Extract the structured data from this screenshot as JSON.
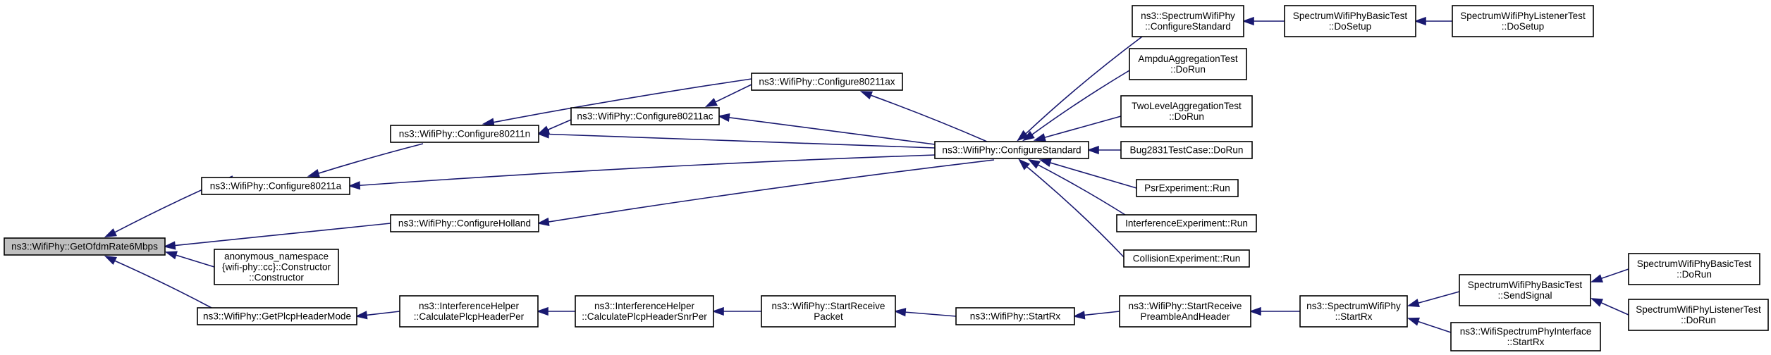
{
  "colors": {
    "edge": "#191970",
    "root_fill": "#bfbfbf",
    "node_fill": "#ffffff",
    "border": "#000000"
  },
  "nodes": {
    "getofdm": {
      "lines": [
        "ns3::WifiPhy::GetOfdmRate6Mbps"
      ]
    },
    "c80211a": {
      "lines": [
        "ns3::WifiPhy::Configure80211a"
      ]
    },
    "c80211n": {
      "lines": [
        "ns3::WifiPhy::Configure80211n"
      ]
    },
    "c80211ac": {
      "lines": [
        "ns3::WifiPhy::Configure80211ac"
      ]
    },
    "c80211ax": {
      "lines": [
        "ns3::WifiPhy::Configure80211ax"
      ]
    },
    "cholland": {
      "lines": [
        "ns3::WifiPhy::ConfigureHolland"
      ]
    },
    "anonctor": {
      "lines": [
        "anonymous_namespace",
        "{wifi-phy::cc}::Constructor",
        "::Constructor"
      ]
    },
    "getplcp": {
      "lines": [
        "ns3::WifiPhy::GetPlcpHeaderMode"
      ]
    },
    "calcper": {
      "lines": [
        "ns3::InterferenceHelper",
        "::CalculatePlcpHeaderPer"
      ]
    },
    "calcsnr": {
      "lines": [
        "ns3::InterferenceHelper",
        "::CalculatePlcpHeaderSnrPer"
      ]
    },
    "startrecvpkt": {
      "lines": [
        "ns3::WifiPhy::StartReceive",
        "Packet"
      ]
    },
    "startrx": {
      "lines": [
        "ns3::WifiPhy::StartRx"
      ]
    },
    "startrecvpre": {
      "lines": [
        "ns3::WifiPhy::StartReceive",
        "PreambleAndHeader"
      ]
    },
    "cstd": {
      "lines": [
        "ns3::WifiPhy::ConfigureStandard"
      ]
    },
    "swcstd": {
      "lines": [
        "ns3::SpectrumWifiPhy",
        "::ConfigureStandard"
      ]
    },
    "ampdu": {
      "lines": [
        "AmpduAggregationTest",
        "::DoRun"
      ]
    },
    "twolevel": {
      "lines": [
        "TwoLevelAggregationTest",
        "::DoRun"
      ]
    },
    "bug2831": {
      "lines": [
        "Bug2831TestCase::DoRun"
      ]
    },
    "psr": {
      "lines": [
        "PsrExperiment::Run"
      ]
    },
    "interf": {
      "lines": [
        "InterferenceExperiment::Run"
      ]
    },
    "collision": {
      "lines": [
        "CollisionExperiment::Run"
      ]
    },
    "swbsetup": {
      "lines": [
        "SpectrumWifiPhyBasicTest",
        "::DoSetup"
      ]
    },
    "swlsetup": {
      "lines": [
        "SpectrumWifiPhyListenerTest",
        "::DoSetup"
      ]
    },
    "swstartrx": {
      "lines": [
        "ns3::SpectrumWifiPhy",
        "::StartRx"
      ]
    },
    "sendsignal": {
      "lines": [
        "SpectrumWifiPhyBasicTest",
        "::SendSignal"
      ]
    },
    "swifstartrx": {
      "lines": [
        "ns3::WifiSpectrumPhyInterface",
        "::StartRx"
      ]
    },
    "swbdorun": {
      "lines": [
        "SpectrumWifiPhyBasicTest",
        "::DoRun"
      ]
    },
    "swldorun": {
      "lines": [
        "SpectrumWifiPhyListenerTest",
        "::DoRun"
      ]
    }
  },
  "edges": [
    {
      "from": "c80211a",
      "to": "getofdm"
    },
    {
      "from": "cholland",
      "to": "getofdm"
    },
    {
      "from": "anonctor",
      "to": "getofdm"
    },
    {
      "from": "getplcp",
      "to": "getofdm"
    },
    {
      "from": "c80211n",
      "to": "c80211a"
    },
    {
      "from": "cstd",
      "to": "c80211a"
    },
    {
      "from": "c80211ac",
      "to": "c80211n"
    },
    {
      "from": "c80211ax",
      "to": "c80211n"
    },
    {
      "from": "cstd",
      "to": "c80211n"
    },
    {
      "from": "c80211ax",
      "to": "c80211ac"
    },
    {
      "from": "cstd",
      "to": "c80211ac"
    },
    {
      "from": "cstd",
      "to": "c80211ax"
    },
    {
      "from": "cstd",
      "to": "cholland"
    },
    {
      "from": "swcstd",
      "to": "cstd"
    },
    {
      "from": "ampdu",
      "to": "cstd"
    },
    {
      "from": "twolevel",
      "to": "cstd"
    },
    {
      "from": "bug2831",
      "to": "cstd"
    },
    {
      "from": "psr",
      "to": "cstd"
    },
    {
      "from": "interf",
      "to": "cstd"
    },
    {
      "from": "collision",
      "to": "cstd"
    },
    {
      "from": "swbsetup",
      "to": "swcstd"
    },
    {
      "from": "swlsetup",
      "to": "swbsetup"
    },
    {
      "from": "calcper",
      "to": "getplcp"
    },
    {
      "from": "calcsnr",
      "to": "calcper"
    },
    {
      "from": "startrecvpkt",
      "to": "calcsnr"
    },
    {
      "from": "startrx",
      "to": "startrecvpkt"
    },
    {
      "from": "startrecvpre",
      "to": "startrx"
    },
    {
      "from": "swstartrx",
      "to": "startrecvpre"
    },
    {
      "from": "sendsignal",
      "to": "swstartrx"
    },
    {
      "from": "swifstartrx",
      "to": "swstartrx"
    },
    {
      "from": "swbdorun",
      "to": "sendsignal"
    },
    {
      "from": "swldorun",
      "to": "sendsignal"
    }
  ]
}
